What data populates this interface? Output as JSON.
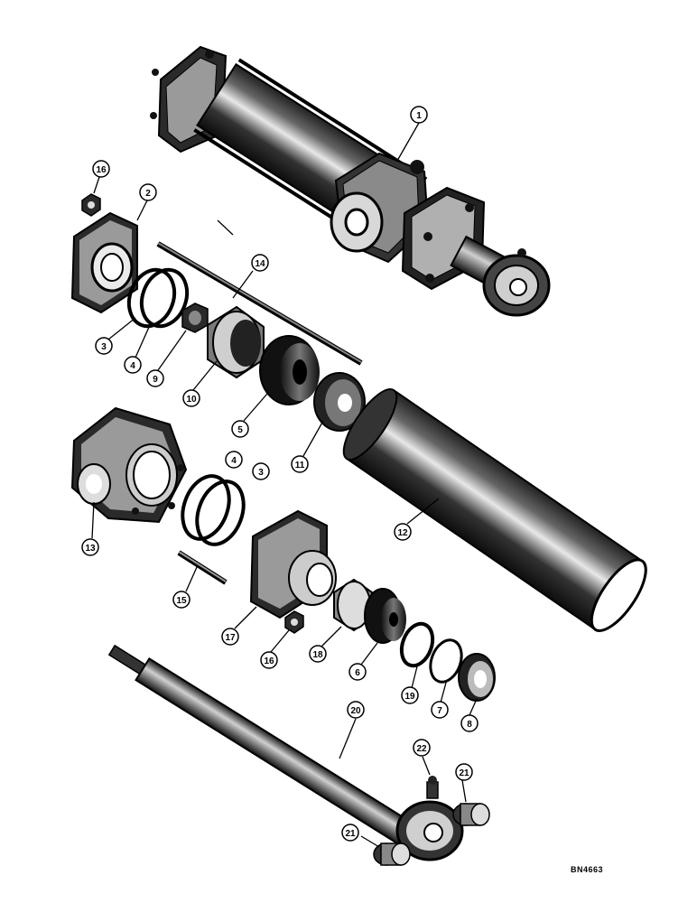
{
  "drawing_code": "BN4663",
  "colors": {
    "ink": "#111111",
    "mid": "#555555",
    "light": "#bdbdbd",
    "paper": "#ffffff"
  },
  "callouts": {
    "c1": "1",
    "c2": "2",
    "c3a": "3",
    "c3b": "3",
    "c4a": "4",
    "c4b": "4",
    "c5": "5",
    "c6": "6",
    "c7": "7",
    "c8": "8",
    "c9": "9",
    "c10": "10",
    "c11": "11",
    "c12": "12",
    "c13": "13",
    "c14": "14",
    "c15": "15",
    "c16a": "16",
    "c16b": "16",
    "c17": "17",
    "c18": "18",
    "c19": "19",
    "c20": "20",
    "c21a": "21",
    "c21b": "21",
    "c22": "22"
  }
}
